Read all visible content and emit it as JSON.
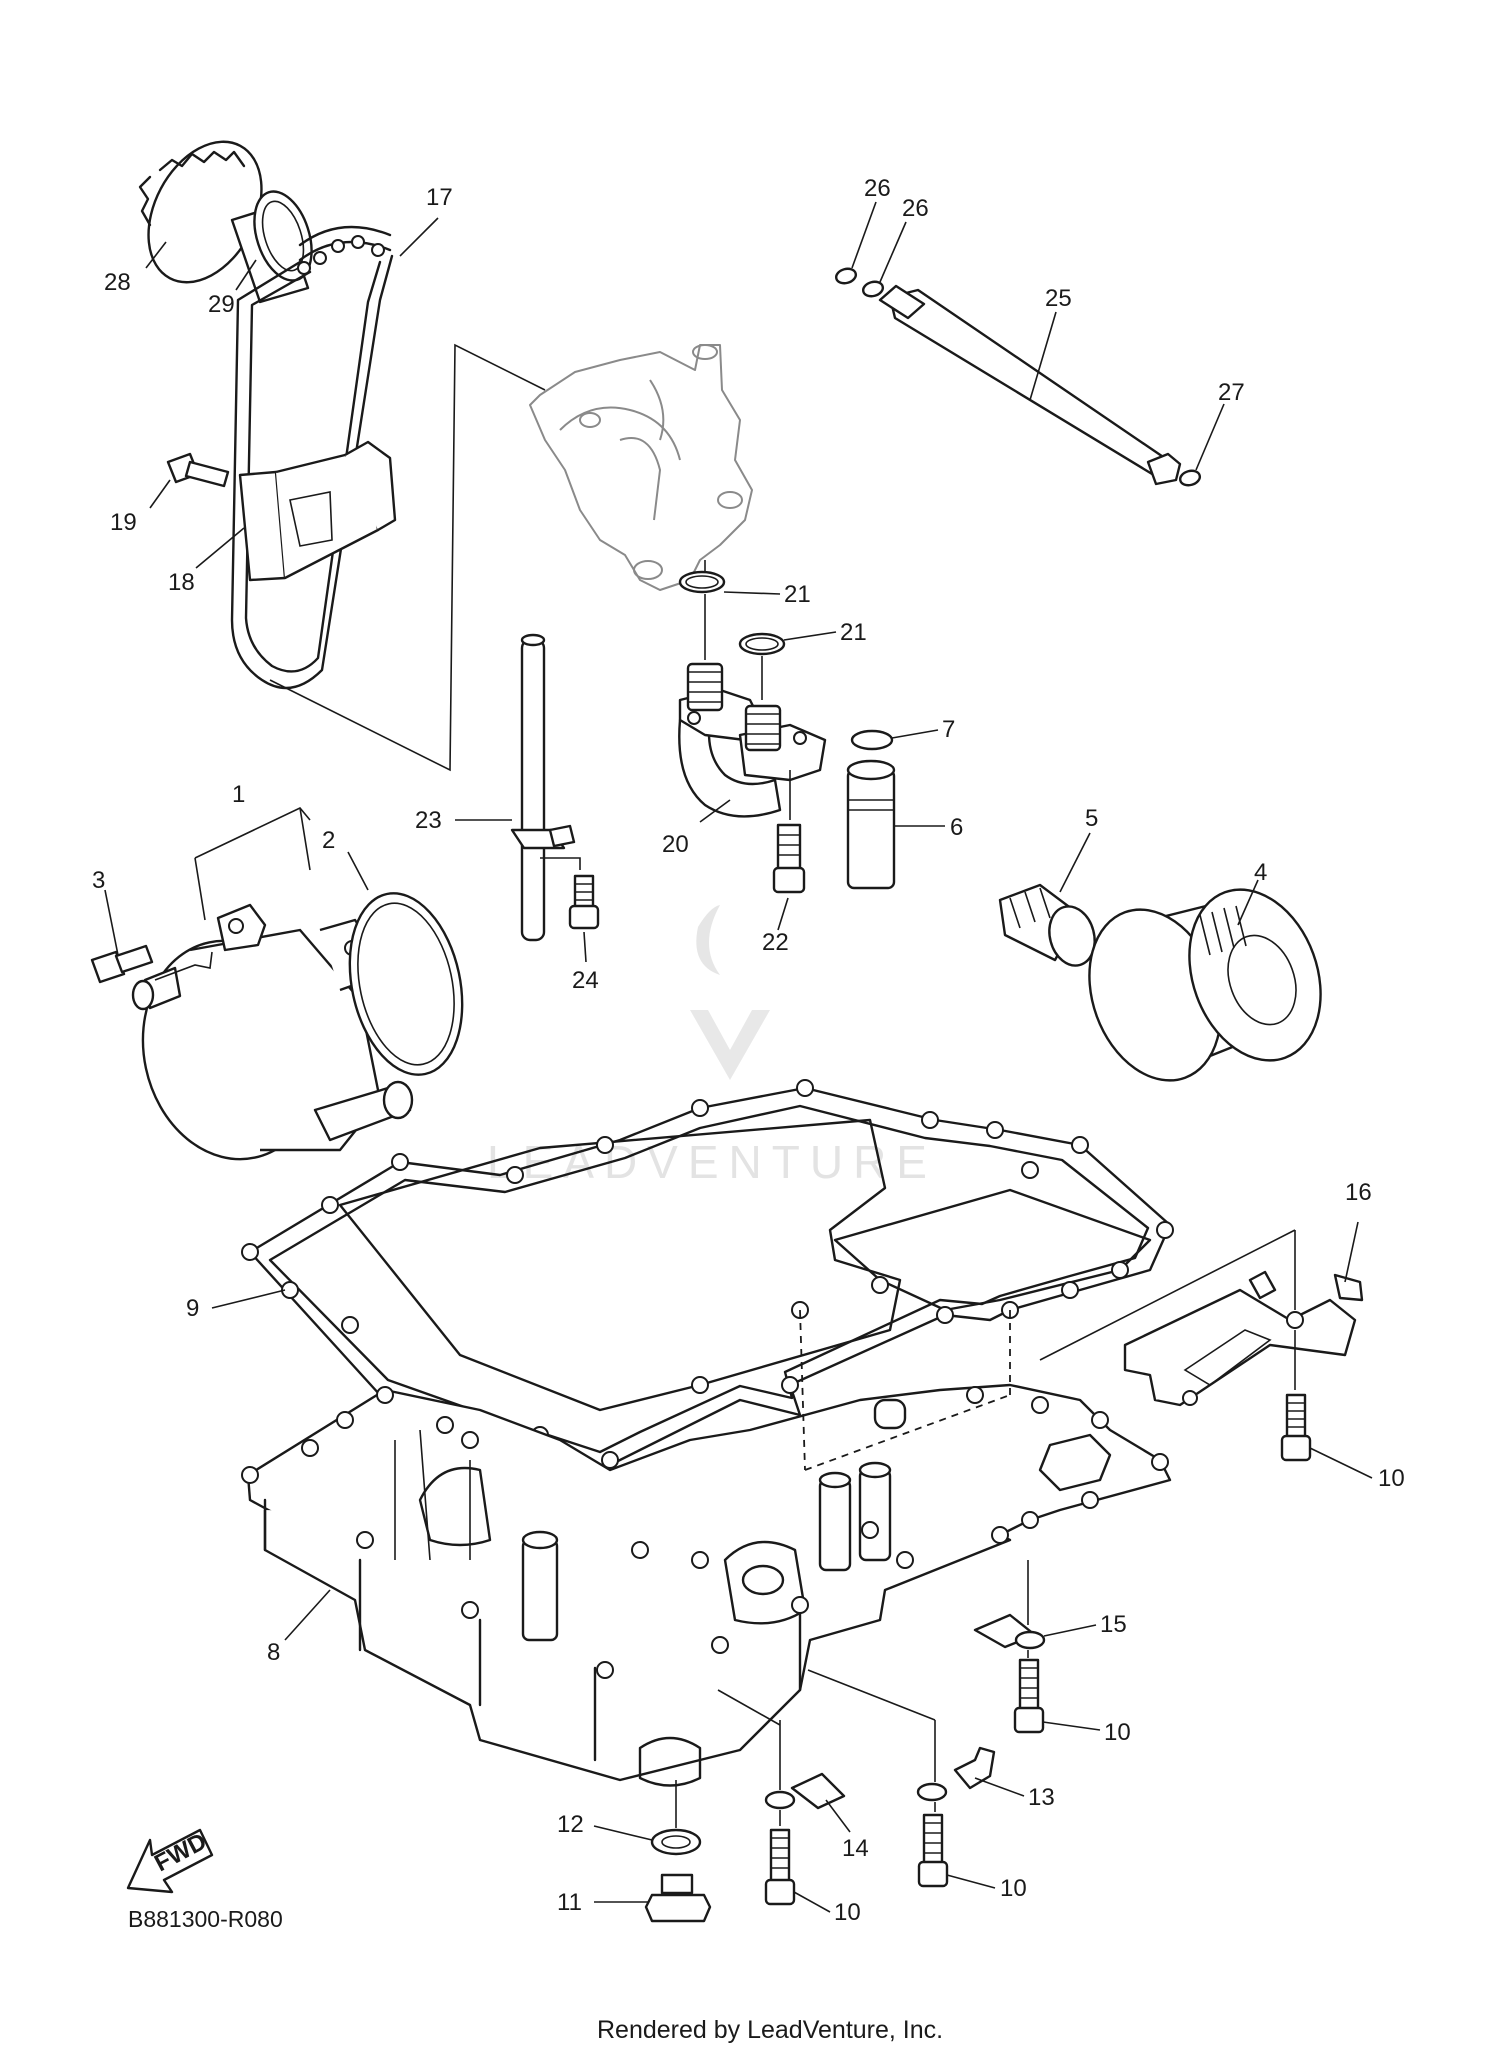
{
  "diagram": {
    "code": "B881300-R080",
    "credit": "Rendered by LeadVenture, Inc.",
    "watermark": "LEADVENTURE",
    "fwd_label": "FWD"
  },
  "callouts": [
    {
      "id": "c1",
      "label": "1"
    },
    {
      "id": "c2",
      "label": "2"
    },
    {
      "id": "c3",
      "label": "3"
    },
    {
      "id": "c4",
      "label": "4"
    },
    {
      "id": "c5",
      "label": "5"
    },
    {
      "id": "c6",
      "label": "6"
    },
    {
      "id": "c7",
      "label": "7"
    },
    {
      "id": "c8",
      "label": "8"
    },
    {
      "id": "c9",
      "label": "9"
    },
    {
      "id": "c10a",
      "label": "10"
    },
    {
      "id": "c10b",
      "label": "10"
    },
    {
      "id": "c10c",
      "label": "10"
    },
    {
      "id": "c10d",
      "label": "10"
    },
    {
      "id": "c11",
      "label": "11"
    },
    {
      "id": "c12",
      "label": "12"
    },
    {
      "id": "c13",
      "label": "13"
    },
    {
      "id": "c14",
      "label": "14"
    },
    {
      "id": "c15",
      "label": "15"
    },
    {
      "id": "c16",
      "label": "16"
    },
    {
      "id": "c17",
      "label": "17"
    },
    {
      "id": "c18",
      "label": "18"
    },
    {
      "id": "c19",
      "label": "19"
    },
    {
      "id": "c20",
      "label": "20"
    },
    {
      "id": "c21a",
      "label": "21"
    },
    {
      "id": "c21b",
      "label": "21"
    },
    {
      "id": "c22",
      "label": "22"
    },
    {
      "id": "c23",
      "label": "23"
    },
    {
      "id": "c24",
      "label": "24"
    },
    {
      "id": "c25",
      "label": "25"
    },
    {
      "id": "c26a",
      "label": "26"
    },
    {
      "id": "c26b",
      "label": "26"
    },
    {
      "id": "c27",
      "label": "27"
    },
    {
      "id": "c28",
      "label": "28"
    },
    {
      "id": "c29",
      "label": "29"
    }
  ]
}
